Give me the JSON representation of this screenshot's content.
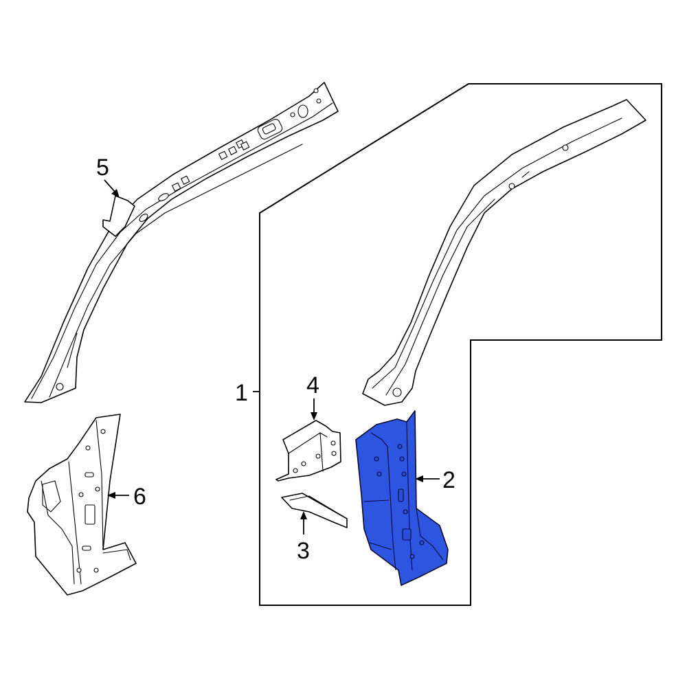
{
  "callouts": {
    "c1": "1",
    "c2": "2",
    "c3": "3",
    "c4": "4",
    "c5": "5",
    "c6": "6"
  },
  "colors": {
    "highlight_part": "#2d55e0",
    "outline": "#000000",
    "background": "#ffffff"
  }
}
